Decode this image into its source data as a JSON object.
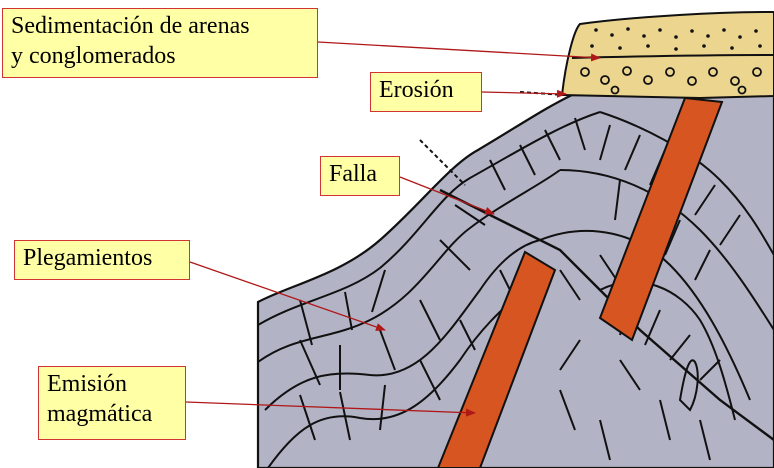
{
  "labels": {
    "sedimentacion": {
      "line1": "Sedimentación de arenas",
      "line2": "y conglomerados"
    },
    "erosion": {
      "text": "Erosión"
    },
    "falla": {
      "text": "Falla"
    },
    "plegamientos": {
      "text": "Plegamientos"
    },
    "emision": {
      "line1": "Emisión",
      "line2": "magmática"
    }
  },
  "colors": {
    "rock": "#b3b3c6",
    "outline": "#111111",
    "sediment": "#ecd58e",
    "magma": "#d65520",
    "label_fill": "#ffffa6",
    "label_border": "#d03434",
    "arrow": "#b01818"
  },
  "icons": {
    "arrow": "thin-red-arrow",
    "pebble": "open-circle",
    "sand": "dot"
  }
}
